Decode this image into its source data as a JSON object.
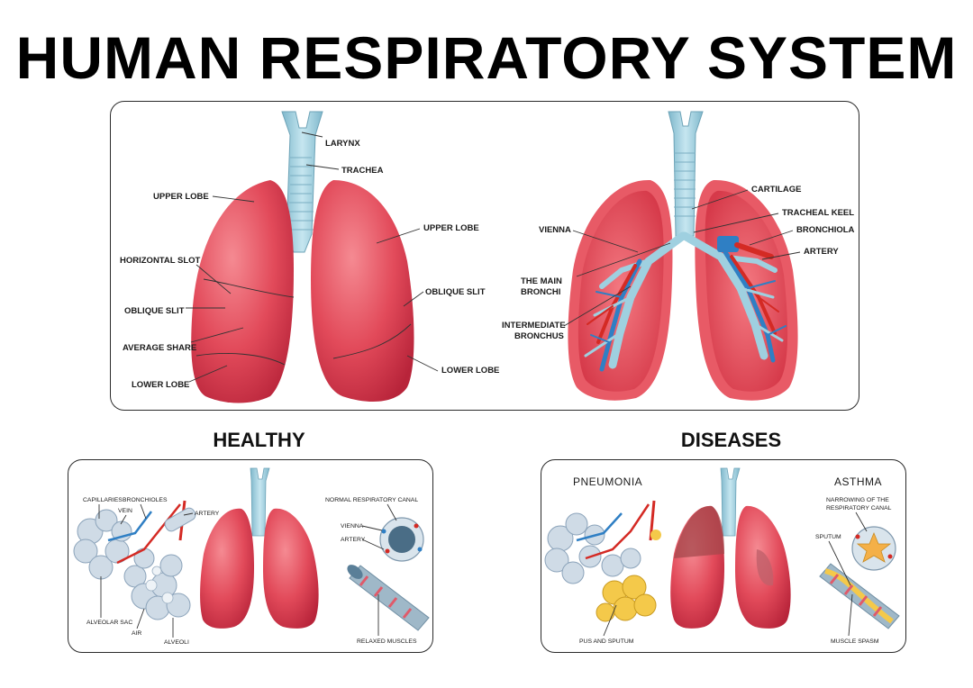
{
  "title": "HUMAN RESPIRATORY SYSTEM",
  "colors": {
    "lung": "#e24a5a",
    "lung_dark": "#b8243a",
    "trachea": "#9fd0e0",
    "vein": "#2f7fc4",
    "artery": "#d42a24",
    "pus": "#f4c94a",
    "outline": "#2a2a2a"
  },
  "main_panel": {
    "exterior_labels": {
      "larynx": "LARYNX",
      "trachea": "TRACHEA",
      "upper_lobe_left": "UPPER LOBE",
      "horizontal_slot": "HORIZONTAL SLOT",
      "oblique_slit_left": "OBLIQUE SLIT",
      "average_share": "AVERAGE SHARE",
      "lower_lobe_left": "LOWER LOBE",
      "upper_lobe_right": "UPPER LOBE",
      "oblique_slit_right": "OBLIQUE SLIT",
      "lower_lobe_right": "LOWER LOBE"
    },
    "interior_labels": {
      "cartilage": "CARTILAGE",
      "tracheal_keel": "TRACHEAL KEEL",
      "bronchiola": "BRONCHIOLA",
      "artery": "ARTERY",
      "vienna": "VIENNA",
      "main_bronchi_1": "THE MAIN",
      "main_bronchi_2": "BRONCHI",
      "intermediate_1": "INTERMEDIATE",
      "intermediate_2": "BRONCHUS"
    }
  },
  "healthy": {
    "heading": "HEALTHY",
    "labels": {
      "capillaries": "CAPILLARIES",
      "bronchioles": "BRONCHIOLES",
      "vein": "VEIN",
      "artery": "ARTERY",
      "alveolar_sac": "ALVEOLAR SAC",
      "air": "AIR",
      "alveoli": "ALVEOLI",
      "normal_canal": "NORMAL RESPIRATORY CANAL",
      "vienna": "VIENNA",
      "artery_canal": "ARTERY",
      "relaxed_muscles": "RELAXED MUSCLES"
    }
  },
  "diseases": {
    "heading": "DISEASES",
    "pneumonia": "PNEUMONIA",
    "asthma": "ASTHMA",
    "labels": {
      "narrowing_1": "NARROWING OF THE",
      "narrowing_2": "RESPIRATORY CANAL",
      "sputum": "SPUTUM",
      "pus_and_sputum": "PUS AND SPUTUM",
      "muscle_spasm": "MUSCLE SPASM"
    }
  }
}
